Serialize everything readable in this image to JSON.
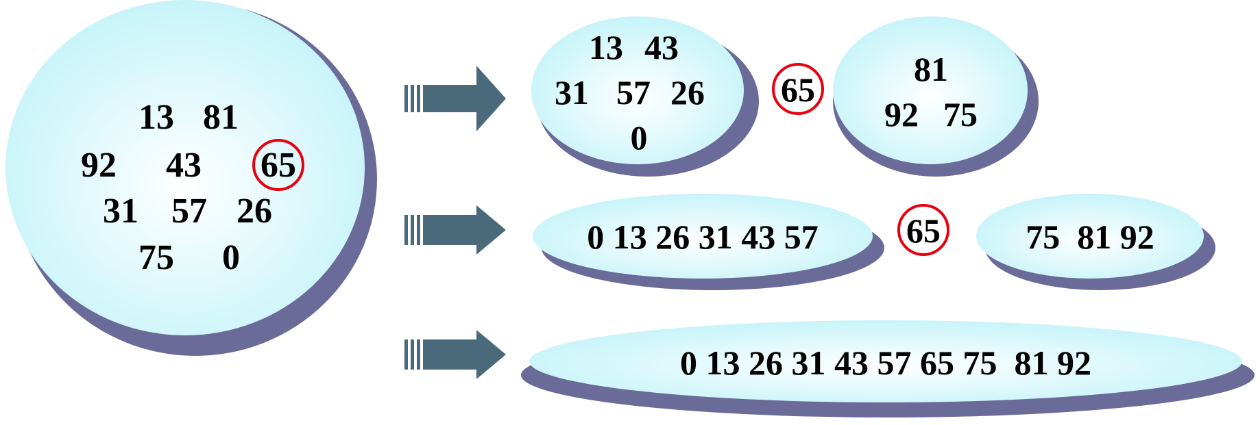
{
  "colors": {
    "bubble_center": "#ffffff",
    "bubble_edge": "#c7f4f9",
    "shadow": "#6b6b99",
    "arrow": "#4a6a7b",
    "pivot_ring": "#e8000f"
  },
  "stages": {
    "initial": {
      "rows": [
        "13",
        "81",
        "92",
        "43",
        "31",
        "57",
        "26",
        "75",
        "0"
      ],
      "pivot": "65"
    },
    "step1": {
      "left": [
        "13",
        "43",
        "31",
        "57",
        "26",
        "0"
      ],
      "pivot": "65",
      "right": [
        "81",
        "92",
        "75"
      ]
    },
    "step2": {
      "left": "0 13 26 31 43 57",
      "pivot": "65",
      "right": "75  81 92"
    },
    "step3": {
      "result": "0 13 26 31 43 57 65 75  81 92"
    }
  }
}
